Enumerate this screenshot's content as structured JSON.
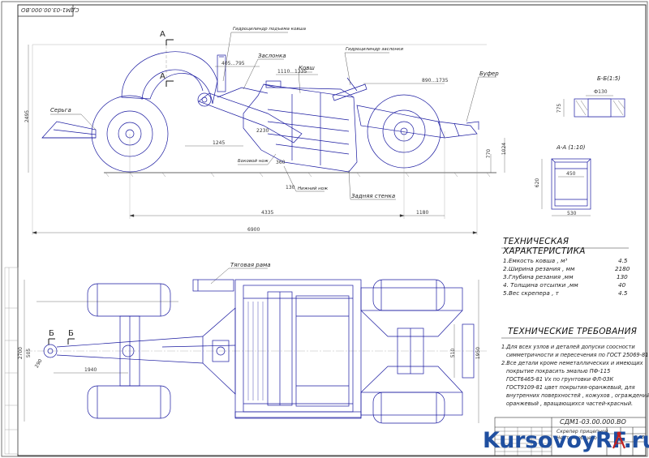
{
  "stamp_code": "СДМ1-03.00.000.ВО",
  "title_code": "СДМ1-03.00.000.ВО",
  "title_name_1": "Скрепер прицепной",
  "title_name_2": "Чертеж общего в.",
  "title_scale": "1:15",
  "labels": {
    "hydro_lift": "Гидроцилиндр подъема ковша",
    "zaslonka": "Заслонка",
    "kovsh": "Ковш",
    "hydro_zaslonka": "Гидроцилиндр заслонки",
    "bufer": "Буфер",
    "serga": "Серьга",
    "bokovoy_nozh": "Боковой нож",
    "nizhniy_nozh": "Нижний нож",
    "zadnyaya_stenka": "Задняя стенка",
    "tyagovaya_rama": "Тяговая рама"
  },
  "section_marks": {
    "aa_top": "А",
    "aa_bottom": "А",
    "bb_left": "Б",
    "bb_right": "Б"
  },
  "dims": {
    "d2495": "2495",
    "d405": "405...795",
    "d1110": "1110...1335",
    "d890": "890...1735",
    "d2230": "2230",
    "d1245": "1245",
    "d360": "360",
    "d130": "130",
    "d770": "770",
    "d1024": "1024",
    "d4335": "4335",
    "d1180": "1180",
    "d6900": "6900",
    "d2700": "2700",
    "d505": "505",
    "d290": "290",
    "d1940": "1940",
    "d1950": "1950",
    "d510": "510"
  },
  "views": {
    "bb_title": "Б-Б(1:5)",
    "bb_d_phi": "Ф130",
    "bb_d_h": "775",
    "aa_title": "А-А (1:10)",
    "aa_d_w": "450",
    "aa_d_h": "620",
    "aa_d_b": "530"
  },
  "spec": {
    "title": "ТЕХНИЧЕСКАЯ ХАРАКТЕРИСТИКА",
    "rows": [
      {
        "label": "1.Емкость ковша , м³",
        "value": "4.5"
      },
      {
        "label": "2.Ширина резания , мм",
        "value": "2180"
      },
      {
        "label": "3.Глубина резания ,мм",
        "value": "130"
      },
      {
        "label": "4. Толщина отсыпки ,мм",
        "value": "40"
      },
      {
        "label": "5.Вес скрепера , т",
        "value": "4.5"
      }
    ]
  },
  "requirements": {
    "title": "ТЕХНИЧЕСКИЕ ТРЕБОВАНИЯ",
    "lines": [
      "1.Для всех узлов и деталей допуски соосности",
      "симметричности и пересечения по ГОСТ 25069-81",
      "2.Все детали кроме неметаллических и имеющих",
      "покрытие покрасить эмалью ПФ-115",
      "ГОСТ6465-81 Vx по грунтовки ФЛ-03К",
      "ГОСТ9109-81 цвет покрытия-оранжевый, для",
      "внутренних поверхностей , кожухов , ограждений-",
      "оранжевый , вращающихся частей-красный."
    ]
  },
  "watermark": {
    "main": "KursovoyRF",
    "suffix": ".ru"
  }
}
